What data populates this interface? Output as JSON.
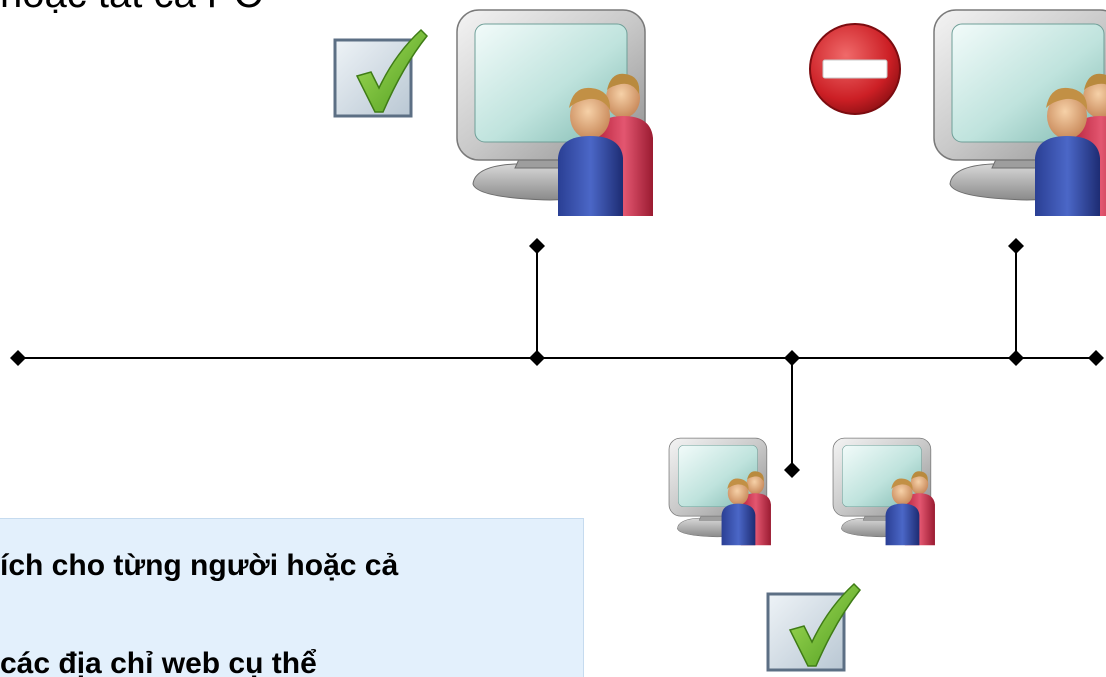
{
  "top_text": "hoặc tất cả PC",
  "callout": {
    "line_1": "ích cho từng người hoặc cả",
    "line_2": "các địa chỉ web cụ thể"
  },
  "colors": {
    "callout_bg": "#e3f0fc",
    "network_line": "#000000",
    "allowed_check": "#6dbf2e",
    "blocked_sign": "#d3262a"
  },
  "icons": {
    "computer": "computer-with-users-icon",
    "allowed": "checkbox-checked-icon",
    "blocked": "no-entry-icon"
  }
}
